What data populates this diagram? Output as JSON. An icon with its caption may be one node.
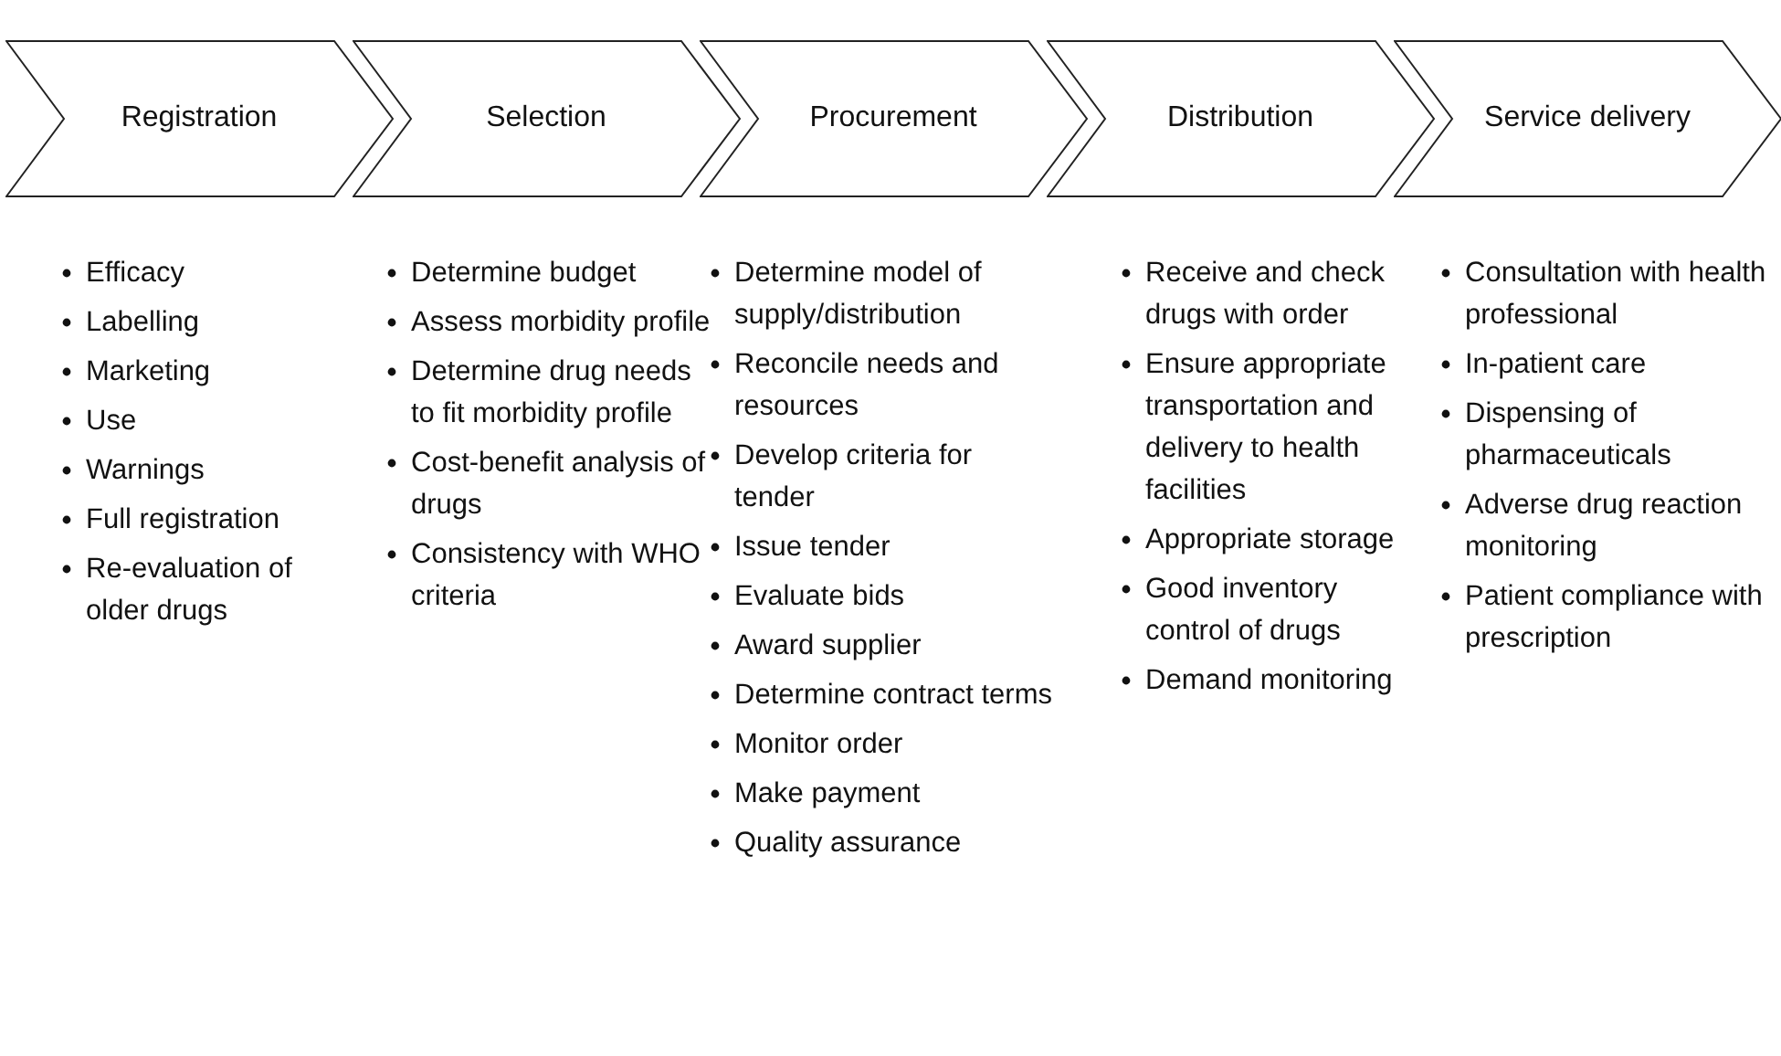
{
  "diagram": {
    "nodes": [
      {
        "text": [
          "Registration"
        ],
        "beside": [
          "Efficacy",
          "Labelling",
          "Marketing",
          "Use",
          "Warnings",
          "Full registration",
          "Re-evaluation of older drugs"
        ]
      },
      {
        "text": [
          "Selection"
        ],
        "beside": [
          "Determine budget",
          "Assess morbidity profile",
          "Determine drug needs to fit morbidity profile",
          "Cost-benefit analysis of drugs",
          "Consistency with WHO criteria"
        ]
      },
      {
        "text": [
          "Procurement"
        ],
        "beside": [
          "Determine model of supply/distribution",
          "Reconcile needs and resources",
          "Develop criteria for tender",
          "Issue tender",
          "Evaluate bids",
          "Award supplier",
          "Determine contract terms",
          "Monitor order",
          "Make payment",
          "Quality assurance"
        ]
      },
      {
        "text": [
          "Distribution"
        ],
        "beside": [
          "Receive and check drugs with order",
          "Ensure appropriate transportation and delivery to health facilities",
          "Appropriate storage",
          "Good inventory control of drugs",
          "Demand monitoring"
        ]
      },
      {
        "text": [
          "Service delivery"
        ],
        "beside": [
          "Consultation with health professional",
          "In-patient care",
          "Dispensing of pharmaceuticals",
          "Adverse drug reaction monitoring",
          "Patient compliance with prescription"
        ]
      }
    ]
  }
}
